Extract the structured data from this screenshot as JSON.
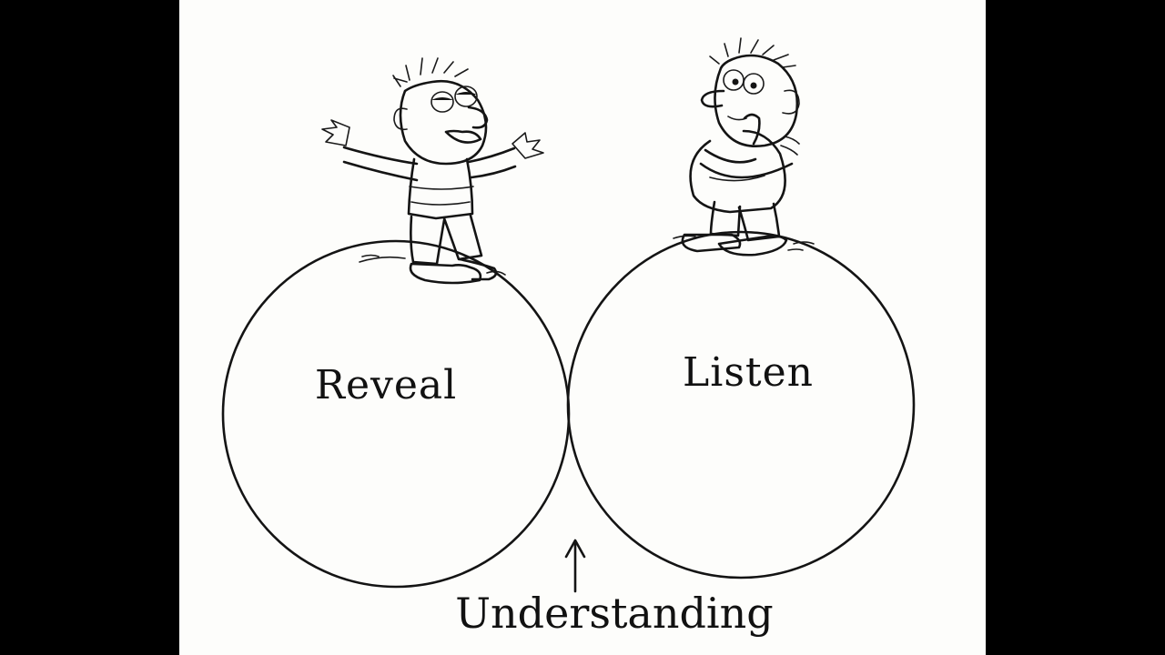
{
  "diagram": {
    "left_label": "Reveal",
    "right_label": "Listen",
    "overlap_label": "Understanding",
    "colors": {
      "background": "#000000",
      "paper": "#fdfdfb",
      "ink": "#141414"
    }
  }
}
